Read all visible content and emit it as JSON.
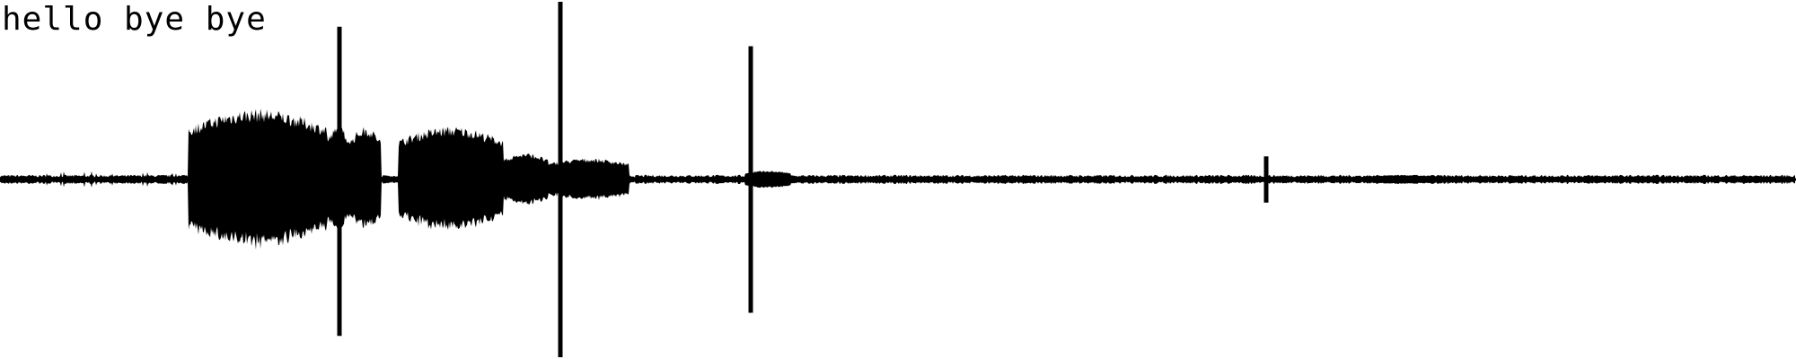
{
  "caption": "hello bye bye",
  "colors": {
    "background": "#ffffff",
    "waveform": "#000000"
  },
  "waveform": {
    "baseline_level": 0.022,
    "segments": [
      {
        "start": 0.105,
        "end": 0.182,
        "level": 0.4,
        "shape": "burst"
      },
      {
        "start": 0.182,
        "end": 0.195,
        "level": 0.3,
        "shape": "burst"
      },
      {
        "start": 0.195,
        "end": 0.212,
        "level": 0.3,
        "shape": "burst"
      },
      {
        "start": 0.222,
        "end": 0.28,
        "level": 0.3,
        "shape": "burst"
      },
      {
        "start": 0.28,
        "end": 0.305,
        "level": 0.15,
        "shape": "burst"
      },
      {
        "start": 0.305,
        "end": 0.35,
        "level": 0.12,
        "shape": "burst"
      },
      {
        "start": 0.415,
        "end": 0.44,
        "level": 0.05,
        "shape": "burst"
      },
      {
        "start": 0.76,
        "end": 0.8,
        "level": 0.025,
        "shape": "burst"
      }
    ],
    "spikes": [
      {
        "pos": 0.189,
        "up": 0.86,
        "down": 0.88
      },
      {
        "pos": 0.312,
        "up": 1.0,
        "down": 1.0
      },
      {
        "pos": 0.418,
        "up": 0.75,
        "down": 0.75
      },
      {
        "pos": 0.705,
        "up": 0.13,
        "down": 0.13
      }
    ]
  }
}
